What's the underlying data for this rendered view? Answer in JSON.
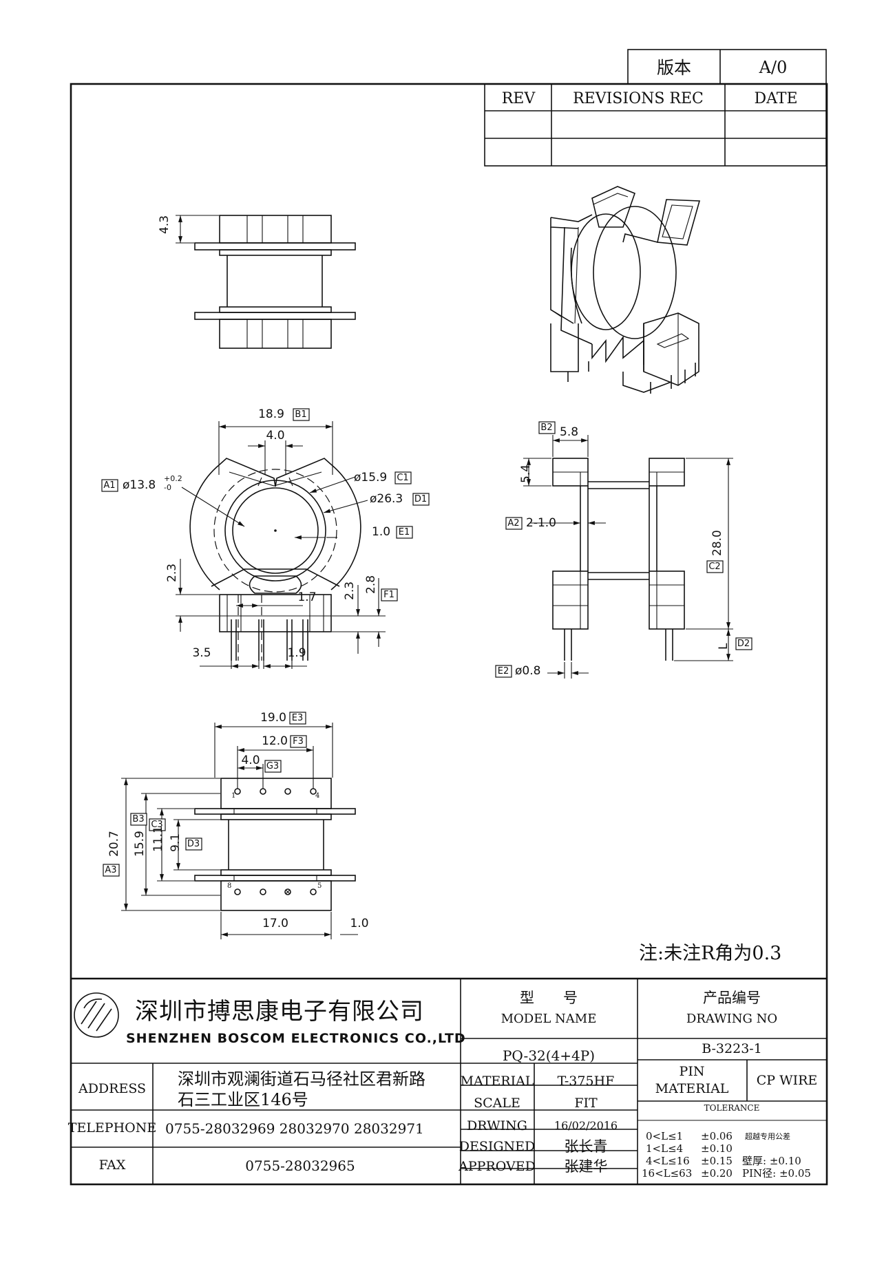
{
  "version_box": {
    "label": "版本",
    "value": "A/0"
  },
  "revisions": {
    "rev_header": "REV",
    "rec_header": "REVISIONS REC",
    "date_header": "DATE"
  },
  "dimensions": {
    "top_height": "4.3",
    "width_b1": "18.9",
    "b1": "B1",
    "slot": "4.0",
    "c1_dia": "ø15.9",
    "c1": "C1",
    "d1_dia": "ø26.3",
    "d1": "D1",
    "a1": "A1",
    "a1_dia": "ø13.8",
    "a1_tol_plus": "+0.2",
    "a1_tol_minus": "-0",
    "e1_val": "1.0",
    "e1": "E1",
    "left_h": "2.3",
    "right_h": "2.3",
    "f1_val": "2.8",
    "f1": "F1",
    "pin_pitch_small": "1.7",
    "pin_left": "3.5",
    "pin_right": "1.9",
    "b2": "B2",
    "b2_val": "5.8",
    "flange": "5.4",
    "a2": "A2",
    "a2_val": "2-1.0",
    "c2_val": "28.0",
    "c2": "C2",
    "d2_val": "L",
    "d2": "D2",
    "e2": "E2",
    "e2_val": "ø0.8",
    "e3_val": "19.0",
    "e3": "E3",
    "f3_val": "12.0",
    "f3": "F3",
    "g3_val": "4.0",
    "g3": "G3",
    "a3": "A3",
    "a3_val": "20.7",
    "b3": "B3",
    "b3_val": "15.9",
    "c3": "C3",
    "c3_val": "11.1",
    "d3_val": "9.1",
    "d3": "D3",
    "bottom_w": "17.0",
    "bottom_gap": "1.0",
    "pin1": "1",
    "pin4": "4",
    "pin8": "8",
    "pin5": "5"
  },
  "note": "注:未注R角为0.3",
  "company": {
    "cn": "深圳市搏思康电子有限公司",
    "en": "SHENZHEN BOSCOM ELECTRONICS CO.,LTD"
  },
  "titleblock": {
    "model_cn": "型　　号",
    "model_en": "MODEL NAME",
    "model_value": "PQ-32(4+4P)",
    "drawing_cn": "产品编号",
    "drawing_en": "DRAWING NO",
    "drawing_value": "B-3223-1",
    "address_label": "ADDRESS",
    "address_line1": "深圳市观澜街道石马径社区君新路",
    "address_line2": "石三工业区146号",
    "telephone_label": "TELEPHONE",
    "telephone_value": "0755-28032969 28032970 28032971",
    "fax_label": "FAX",
    "fax_value": "0755-28032965",
    "material_label": "MATERIAL",
    "material_value": "T-375HF",
    "scale_label": "SCALE",
    "scale_value": "FIT",
    "drwing_label": "DRWING",
    "drwing_value": "16/02/2016",
    "designed_label": "DESIGNED",
    "designed_value": "张长青",
    "approved_label": "APPROVED",
    "approved_value": "张建华",
    "pin_label": "PIN",
    "pin_material_label": "MATERIAL",
    "pin_material_value": "CP WIRE",
    "tolerance_label": "TOLERANCE",
    "tol": [
      {
        "range": "0<L≤1",
        "value": "±0.06",
        "extra": "超越专用公差"
      },
      {
        "range": "1<L≤4",
        "value": "±0.10",
        "extra": ""
      },
      {
        "range": "4<L≤16",
        "value": "±0.15",
        "extra": "壁厚: ±0.10"
      },
      {
        "range": "16<L≤63",
        "value": "±0.20",
        "extra": "PIN径: ±0.05"
      }
    ]
  }
}
